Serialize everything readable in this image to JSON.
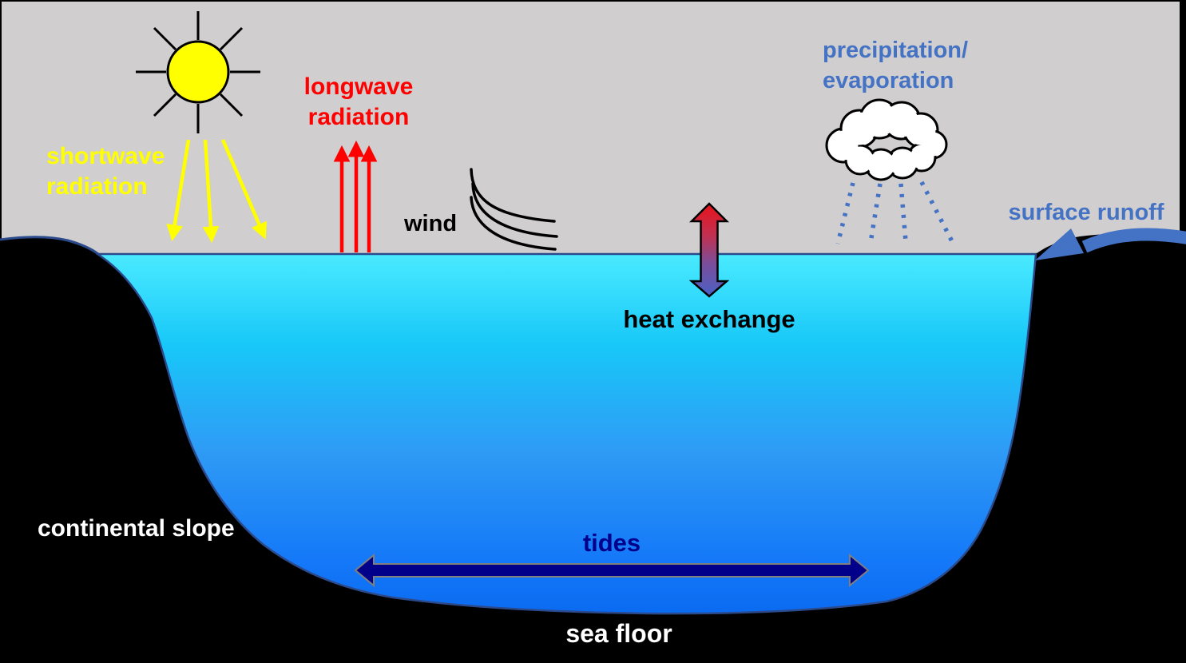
{
  "scene": {
    "title": "ocean surface processes diagram",
    "labels": {
      "shortwave": {
        "line1": "shortwave",
        "line2": "radiation",
        "color": "#FFFF00"
      },
      "longwave": {
        "line1": "longwave",
        "line2": "radiation",
        "color": "#FF0000"
      },
      "wind": {
        "text": "wind",
        "color": "#000000"
      },
      "heat_exchange": {
        "text": "heat exchange",
        "color": "#000000"
      },
      "precipitation": {
        "line1": "precipitation/",
        "line2": "evaporation",
        "color": "#4472C4"
      },
      "surface_runoff": {
        "text": "surface runoff",
        "color": "#4472C4"
      },
      "continental_slope": {
        "text": "continental slope",
        "color": "#FFFFFF"
      },
      "tides": {
        "text": "tides",
        "color": "#00008B"
      },
      "sea_floor": {
        "text": "sea floor",
        "color": "#FFFFFF"
      }
    },
    "colors": {
      "sky": "#D0CECE",
      "land": "#000000",
      "sun_fill": "#FFFF00",
      "sun_outline": "#000000",
      "water_top": "#4AEAFF",
      "water_upper": "#18C8F8",
      "water_mid": "#2F9AF5",
      "water_deep": "#1478F8",
      "water_bottom": "#0A6AF0",
      "coast_outline": "#2B4A8C",
      "shortwave_arrows": "#FFFF00",
      "longwave_arrows": "#FF0000",
      "wind_lines": "#000000",
      "heat_arrow_top": "#E8131B",
      "heat_arrow_bottom": "#4A60C4",
      "cloud_fill": "#FFFFFF",
      "cloud_outline": "#000000",
      "rain_dashes": "#4472C4",
      "runoff_arrow": "#4472C4",
      "tides_arrow_fill": "#00008B",
      "tides_arrow_stroke": "#7F7F7F"
    }
  }
}
